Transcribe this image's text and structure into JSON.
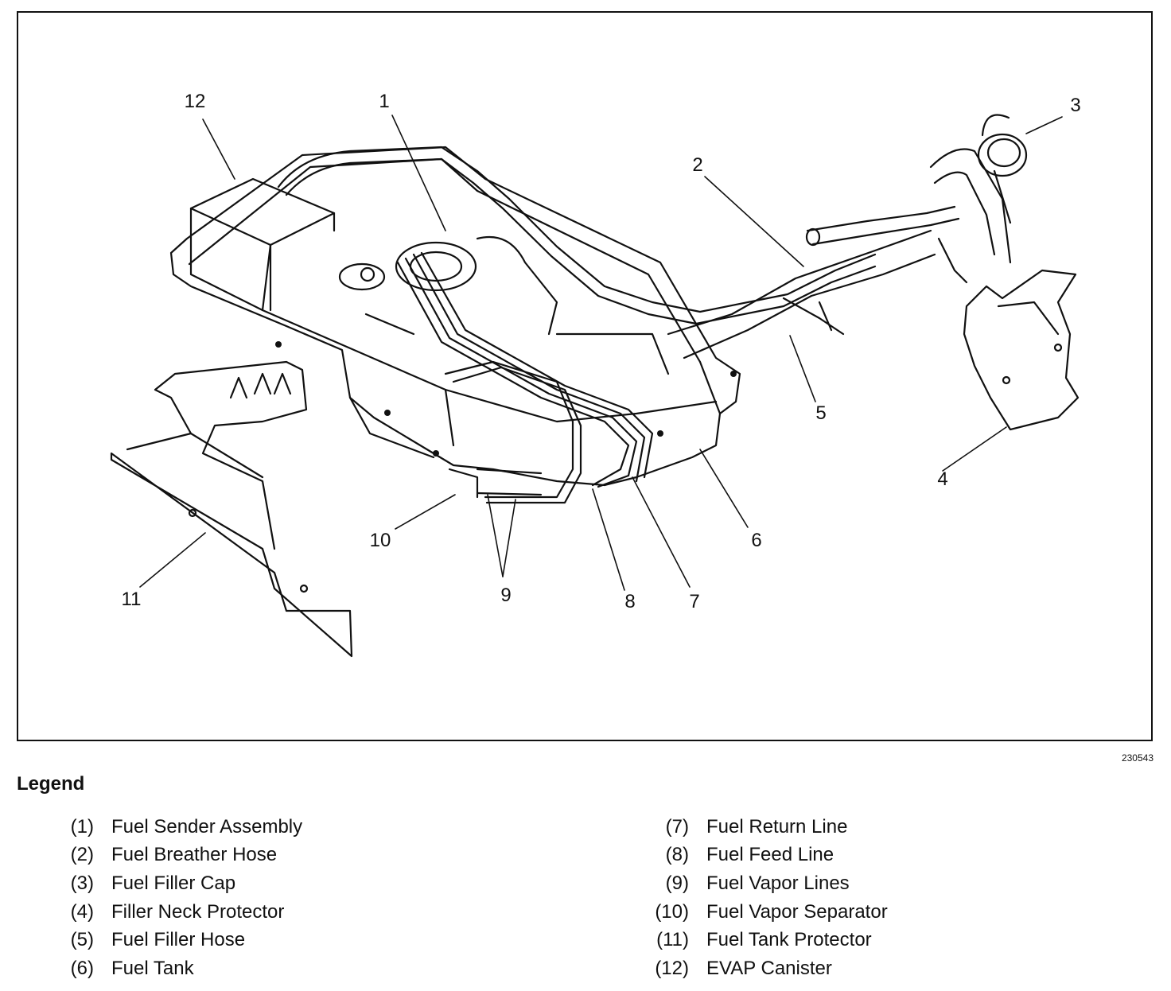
{
  "figure": {
    "figure_id": "230543",
    "callouts": [
      {
        "label": "1"
      },
      {
        "label": "2"
      },
      {
        "label": "3"
      },
      {
        "label": "4"
      },
      {
        "label": "5"
      },
      {
        "label": "6"
      },
      {
        "label": "7"
      },
      {
        "label": "8"
      },
      {
        "label": "9"
      },
      {
        "label": "10"
      },
      {
        "label": "11"
      },
      {
        "label": "12"
      }
    ]
  },
  "legend": {
    "title": "Legend",
    "items": [
      {
        "num": "(1)",
        "text": "Fuel Sender Assembly"
      },
      {
        "num": "(2)",
        "text": "Fuel Breather Hose"
      },
      {
        "num": "(3)",
        "text": "Fuel Filler Cap"
      },
      {
        "num": "(4)",
        "text": "Filler Neck Protector"
      },
      {
        "num": "(5)",
        "text": "Fuel Filler Hose"
      },
      {
        "num": "(6)",
        "text": "Fuel Tank"
      },
      {
        "num": "(7)",
        "text": "Fuel Return Line"
      },
      {
        "num": "(8)",
        "text": "Fuel Feed Line"
      },
      {
        "num": "(9)",
        "text": "Fuel Vapor Lines"
      },
      {
        "num": "(10)",
        "text": "Fuel Vapor Separator"
      },
      {
        "num": "(11)",
        "text": "Fuel Tank Protector"
      },
      {
        "num": "(12)",
        "text": "EVAP Canister"
      }
    ]
  }
}
